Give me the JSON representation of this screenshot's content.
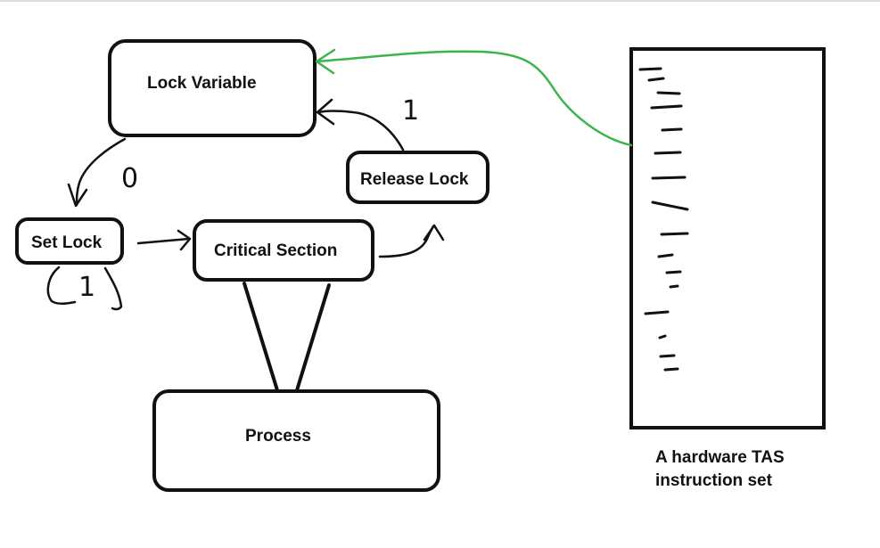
{
  "nodes": {
    "lock_variable": "Lock Variable",
    "release_lock": "Release Lock",
    "set_lock": "Set Lock",
    "critical_section": "Critical Section",
    "process": "Process"
  },
  "edge_labels": {
    "lock_to_set": "0",
    "set_self_loop": "1",
    "release_to_lock": "1"
  },
  "hardware": {
    "caption_line1": "A hardware TAS",
    "caption_line2": "instruction set"
  },
  "colors": {
    "ink": "#111111",
    "tas_link": "#3cb44b",
    "top_border": "#d7dde6"
  }
}
